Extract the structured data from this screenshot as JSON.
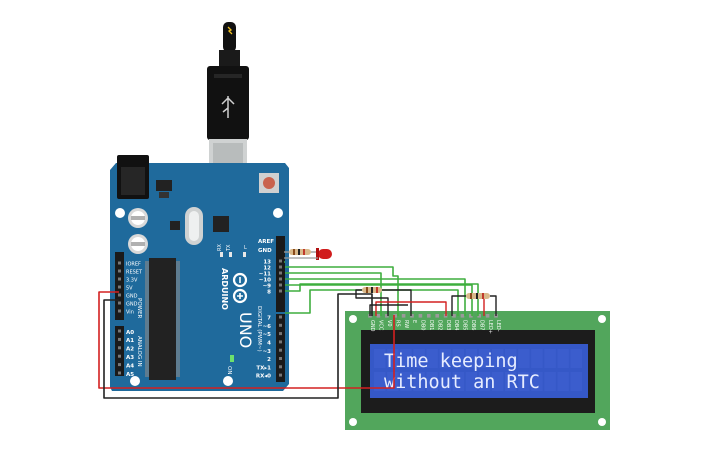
{
  "board": {
    "brand": "ARDUINO",
    "model": "UNO",
    "digital_label": "DIGITAL (PWM~)",
    "power_label": "POWER",
    "analog_label": "ANALOG IN",
    "on_label": "ON",
    "tx_label": "TX",
    "rx_label": "RX",
    "l_label": "L",
    "aref": "AREF",
    "gnd": "GND",
    "digital_pins": [
      "13",
      "12",
      "~11",
      "~10",
      "~9",
      "8",
      "7",
      "~6",
      "~5",
      "4",
      "~3",
      "2",
      "TX▸1",
      "RX◂0"
    ],
    "power_pins": [
      "IOREF",
      "RESET",
      "3.3V",
      "5V",
      "GND",
      "GND",
      "Vin"
    ],
    "analog_pins": [
      "A0",
      "A1",
      "A2",
      "A3",
      "A4",
      "A5"
    ]
  },
  "lcd": {
    "line1": "Time keeping",
    "line2": "without an RTC",
    "pin_labels": [
      "GND",
      "VCC",
      "V0",
      "RS",
      "RW",
      "E",
      "DB0",
      "DB1",
      "DB2",
      "DB3",
      "DB4",
      "DB5",
      "DB6",
      "DB7",
      "LED+",
      "LED-"
    ]
  },
  "colors": {
    "board": "#1f6a9c",
    "lcd_pcb": "#52a65c",
    "lcd_screen": "#3558c7",
    "wire_green": "#3fae3f",
    "wire_red": "#d32020",
    "wire_black": "#222222",
    "led": "#d11c1c"
  },
  "icons": [
    "usb-cable-icon",
    "reset-button-icon",
    "arduino-logo-icon",
    "led-icon",
    "resistor-icon"
  ]
}
